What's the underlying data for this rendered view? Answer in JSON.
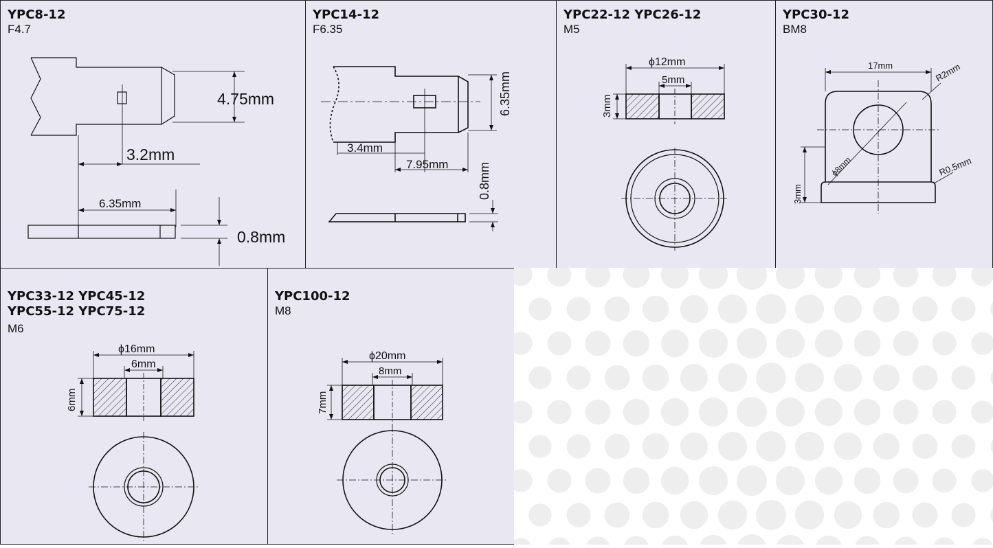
{
  "panels": [
    {
      "title": "YPC8-12",
      "terminal": "F4.7",
      "dims": {
        "height": "4.75mm",
        "slot": "3.2mm",
        "length": "6.35mm",
        "thickness": "0.8mm"
      }
    },
    {
      "title": "YPC14-12",
      "terminal": "F6.35",
      "dims": {
        "height": "6.35mm",
        "left": "3.4mm",
        "slot": "7.95mm",
        "thickness": "0.8mm"
      }
    },
    {
      "title": "YPC22-12 YPC26-12",
      "terminal": "M5",
      "dims": {
        "outer": "ϕ12mm",
        "inner": "5mm",
        "height": "3mm"
      }
    },
    {
      "title": "YPC30-12",
      "terminal": "BM8",
      "dims": {
        "width": "17mm",
        "radius_top": "R2mm",
        "hole": "ϕ8mm",
        "radius_base": "R0.5mm",
        "height": "3mm"
      }
    },
    {
      "title_lines": [
        "YPC33-12 YPC45-12",
        "YPC55-12 YPC75-12"
      ],
      "terminal": "M6",
      "dims": {
        "outer": "ϕ16mm",
        "inner": "6mm",
        "height": "6mm"
      }
    },
    {
      "title": "YPC100-12",
      "terminal": "M8",
      "dims": {
        "outer": "ϕ20mm",
        "inner": "8mm",
        "height": "7mm"
      }
    }
  ],
  "colors": {
    "panel_bg": "#e9e7f1",
    "line": "#111111",
    "dots": "#eeeeee"
  }
}
